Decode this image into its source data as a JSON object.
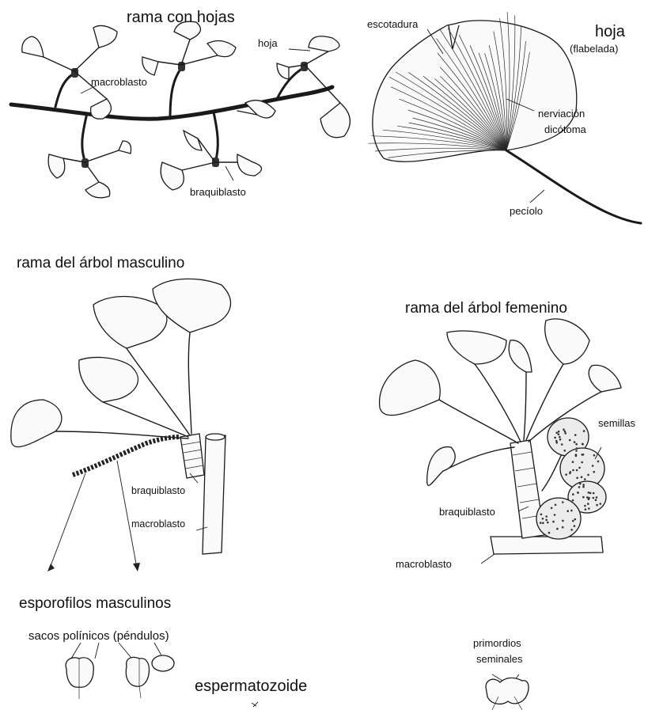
{
  "diagram": {
    "upper_left": {
      "title": "rama con hojas",
      "labels": {
        "leaf": "hoja",
        "long_shoot": "macroblasto",
        "short_shoot": "braquiblasto"
      }
    },
    "upper_right": {
      "title": "hoja",
      "subtitle": "(flabelada)",
      "labels": {
        "notch": "escotadura",
        "venation_line1": "nerviación",
        "venation_line2": "dicótoma",
        "petiole": "pecíolo"
      }
    },
    "male_branch": {
      "title": "rama del árbol masculino",
      "labels": {
        "short_shoot": "braquiblasto",
        "long_shoot": "macroblasto"
      }
    },
    "female_branch": {
      "title": "rama del árbol femenino",
      "labels": {
        "seeds": "semillas",
        "short_shoot": "braquiblasto",
        "long_shoot": "macroblasto"
      }
    },
    "male_sporophylls": {
      "title": "esporofilos masculinos",
      "labels": {
        "pollen_sacs": "sacos polínicos (péndulos)"
      }
    },
    "spermatozoid": {
      "title": "espermatozoide"
    },
    "seminal_primordia": {
      "label_line1": "primordios",
      "label_line2": "seminales"
    }
  }
}
